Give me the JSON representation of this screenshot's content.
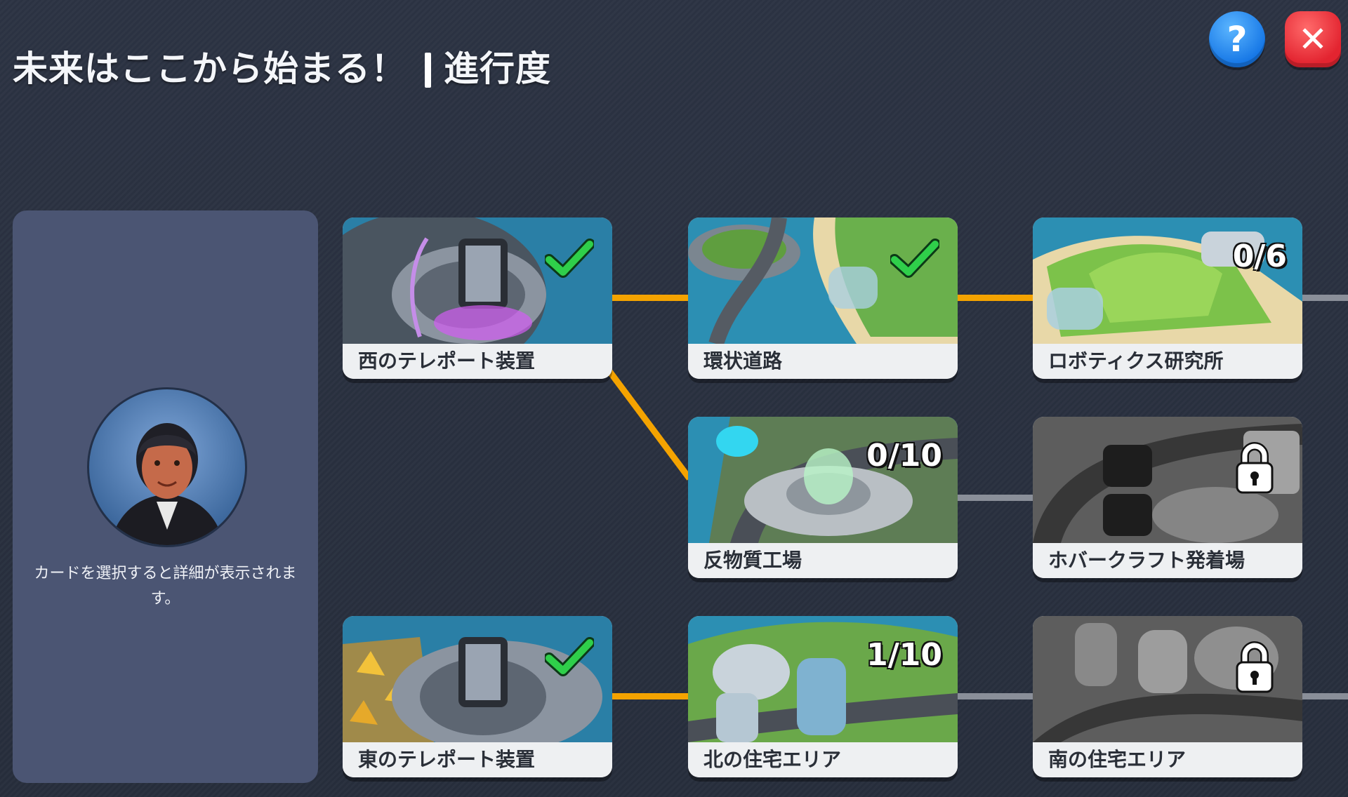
{
  "header": {
    "title": "未来はここから始まる！",
    "subtitle": "進行度"
  },
  "buttons": {
    "help_label": "?",
    "close_label": "✕"
  },
  "side_panel": {
    "hint": "カードを選択すると詳細が表示されます。"
  },
  "cards": [
    {
      "name": "西のテレポート装置",
      "status": "complete",
      "progress": ""
    },
    {
      "name": "環状道路",
      "status": "complete",
      "progress": ""
    },
    {
      "name": "ロボティクス研究所",
      "status": "in-progress",
      "progress": "0/6"
    },
    {
      "name": "反物質工場",
      "status": "in-progress",
      "progress": "0/10"
    },
    {
      "name": "ホバークラフト発着場",
      "status": "locked",
      "progress": ""
    },
    {
      "name": "東のテレポート装置",
      "status": "complete",
      "progress": ""
    },
    {
      "name": "北の住宅エリア",
      "status": "in-progress",
      "progress": "1/10"
    },
    {
      "name": "南の住宅エリア",
      "status": "locked",
      "progress": ""
    }
  ],
  "colors": {
    "connector_done": "#f4a300",
    "connector_pending": "#8a8f99",
    "check": "#2fcf4a"
  }
}
